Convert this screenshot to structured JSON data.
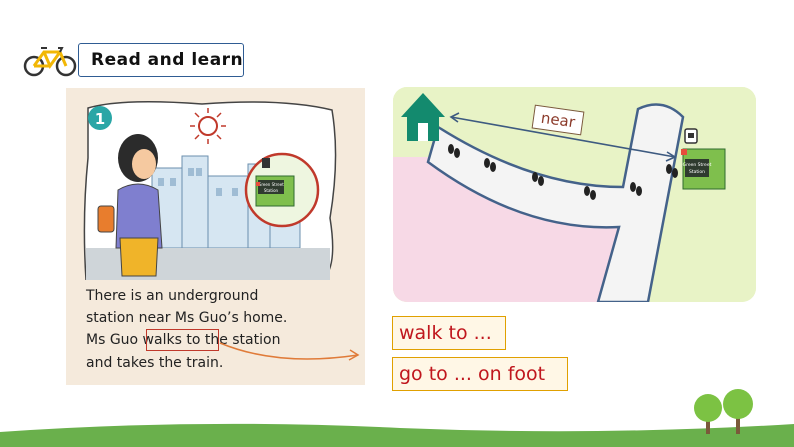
{
  "header": {
    "title": "Read and learn",
    "bike_icon": "bicycle-icon"
  },
  "panel": {
    "number": "1",
    "station_sign": "Green Street Station",
    "story_lines": [
      "There is an underground",
      "station near Ms Guo’s home.",
      "Ms Guo walks to the station",
      "and takes the train."
    ]
  },
  "map": {
    "near_label": "near",
    "station_sign": "Green Street Station",
    "home_icon": "house-icon",
    "station_icon": "underground-icon",
    "footprints_icon": "footprints-icon"
  },
  "phrases": {
    "walk_to": "walk to ...",
    "go_on_foot": "go to ... on foot"
  },
  "colors": {
    "accent_red": "#c0161d",
    "title_border": "#2f5c93",
    "phrase_border": "#e0a000",
    "map_green": "#e8f3c6",
    "map_pink": "#f7d9e6",
    "ground_green": "#6ab04c"
  }
}
